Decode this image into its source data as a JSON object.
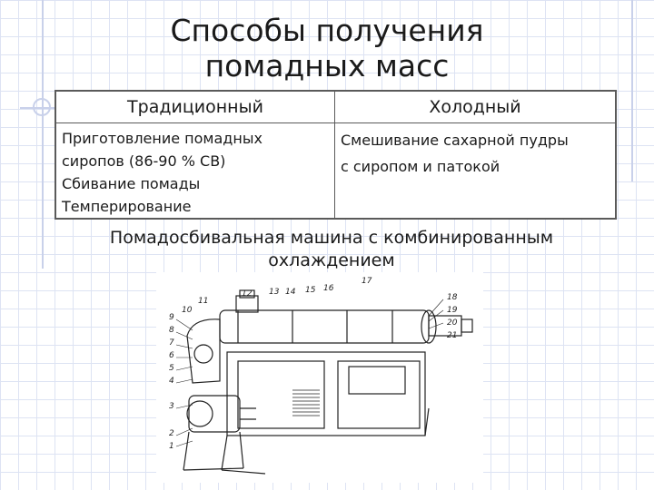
{
  "title": {
    "line1": "Способы получения",
    "line2": "помадных масс"
  },
  "table": {
    "headers": [
      "Традиционный",
      "Холодный"
    ],
    "traditional_lines": [
      "Приготовление помадных",
      "сиропов (86-90 % СВ)",
      "Сбивание помады",
      "Темперирование"
    ],
    "cold_lines": [
      "Смешивание сахарной пудры",
      "с сиропом и патокой"
    ]
  },
  "caption": {
    "line1": "Помадосбивальная машина с комбинированным",
    "line2": "охлаждением"
  },
  "figure": {
    "labels_left": [
      "9",
      "8",
      "7",
      "6",
      "5",
      "4",
      "3",
      "2",
      "1"
    ],
    "labels_top": [
      "10",
      "11",
      "12",
      "13",
      "14",
      "15",
      "16",
      "17"
    ],
    "labels_right": [
      "18",
      "19",
      "20",
      "21"
    ]
  }
}
